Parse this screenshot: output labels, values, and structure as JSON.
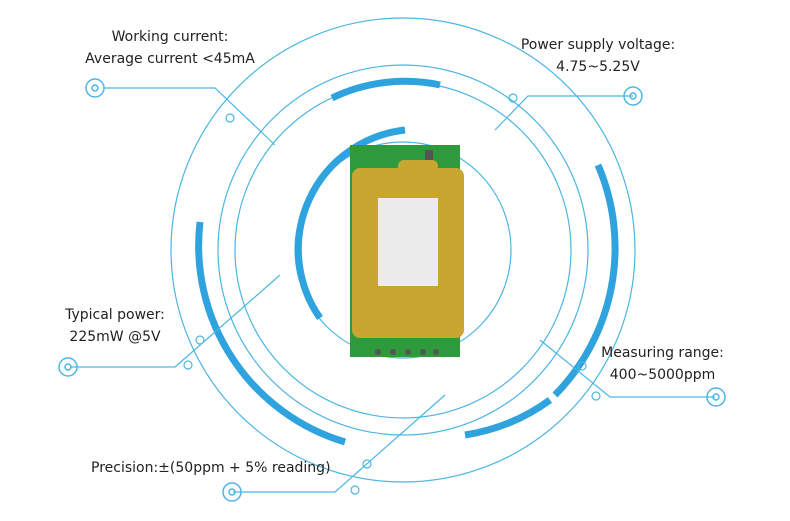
{
  "colors": {
    "line": "#4cb6e4",
    "thick": "#2fa3de",
    "pcb": "#2f9a3c",
    "gold": "#c9a631",
    "sensor": "#e9e9e9"
  },
  "labels": {
    "working_title": "Working current:",
    "working_value": "Average current <45mA",
    "power_title": "Power supply voltage:",
    "power_value": "4.75~5.25V",
    "typical_title": "Typical power:",
    "typical_value": "225mW @5V",
    "range_title": "Measuring range:",
    "range_value": "400~5000ppm",
    "precision": "Precision:±(50ppm + 5% reading)"
  }
}
